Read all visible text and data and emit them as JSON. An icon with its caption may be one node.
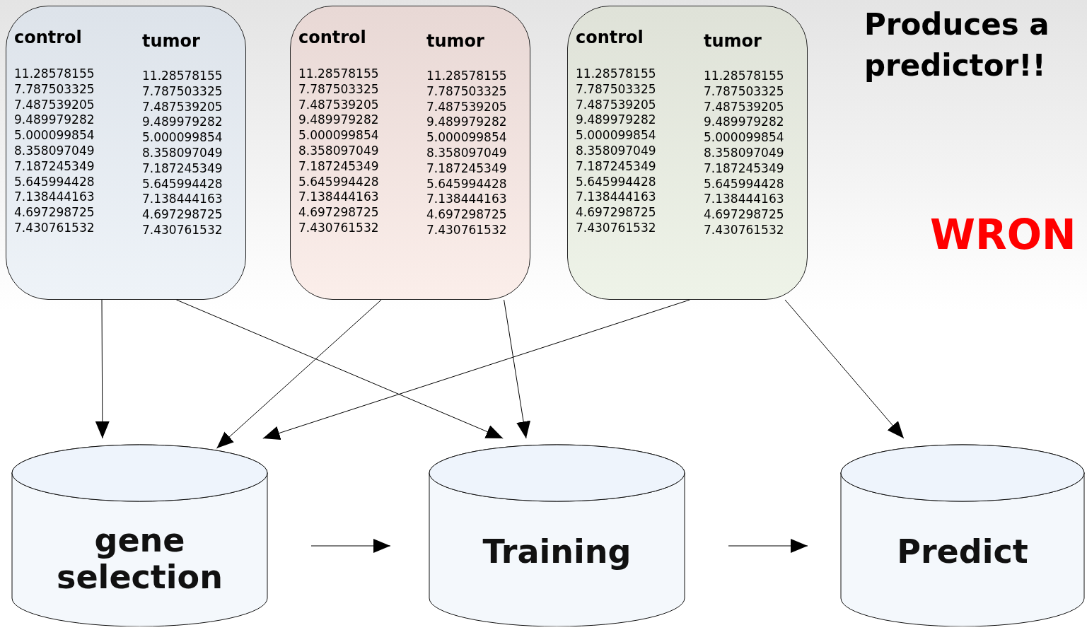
{
  "diagram": {
    "nodes": [
      {
        "text": [
          "control",
          "tumor",
          "11.28578155 7.787503325 7.487539205 9.489979282 5.000099854 8.358097049 7.187245349 5.645994428 7.138444163 4.697298725 7.430761532",
          "11.28578155 7.787503325 7.487539205 9.489979282 5.000099854 8.358097049 7.187245349 5.645994428 7.138444163 4.697298725 7.430761532"
        ]
      },
      {
        "text": [
          "control",
          "tumor",
          "11.28578155 7.787503325 7.487539205 9.489979282 5.000099854 8.358097049 7.187245349 5.645994428 7.138444163 4.697298725 7.430761532",
          "11.28578155 7.787503325 7.487539205 9.489979282 5.000099854 8.358097049 7.187245349 5.645994428 7.138444163 4.697298725 7.430761532"
        ]
      },
      {
        "text": [
          "control",
          "tumor",
          "11.28578155 7.787503325 7.487539205 9.489979282 5.000099854 8.358097049 7.187245349 5.645994428 7.138444163 4.697298725 7.430761532",
          "11.28578155 7.787503325 7.487539205 9.489979282 5.000099854 8.358097049 7.187245349 5.645994428 7.138444163 4.697298725 7.430761532"
        ]
      },
      {
        "text": [
          "gene selection"
        ]
      },
      {
        "text": [
          "Training"
        ]
      },
      {
        "text": [
          "Predict"
        ]
      }
    ],
    "edges": [
      {
        "from": 0,
        "to": 3,
        "arrow": "to"
      },
      {
        "from": 0,
        "to": 4,
        "arrow": "to"
      },
      {
        "from": 1,
        "to": 3,
        "arrow": "to"
      },
      {
        "from": 1,
        "to": 4,
        "arrow": "to"
      },
      {
        "from": 2,
        "to": 3,
        "arrow": "to"
      },
      {
        "from": 2,
        "to": 5,
        "arrow": "to"
      },
      {
        "from": 3,
        "to": 4,
        "arrow": "to"
      },
      {
        "from": 4,
        "to": 5,
        "arrow": "to"
      }
    ],
    "labels": [
      "Produces a predictor!!",
      "WRON"
    ]
  }
}
